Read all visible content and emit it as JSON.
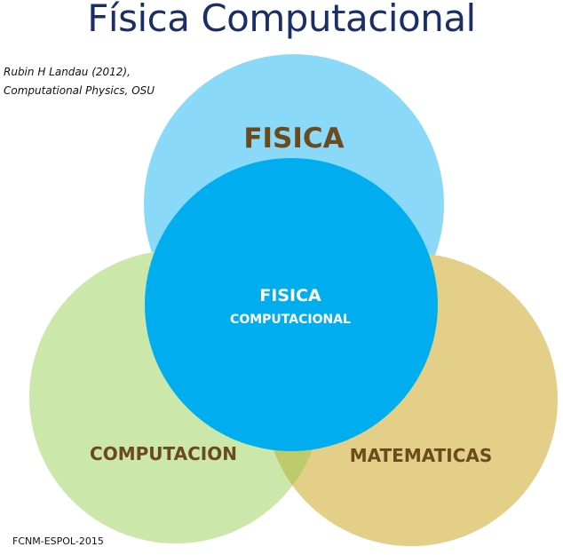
{
  "title": "Física Computacional",
  "citation": {
    "line1": "Rubin H Landau (2012),",
    "line2": "Computational Physics, OSU"
  },
  "diagram": {
    "fisica": {
      "label": "FISICA",
      "color": "#8ad9f8"
    },
    "computacion": {
      "label": "COMPUTACION",
      "color": "#cce7aa"
    },
    "matematicas": {
      "label": "MATEMATICAS",
      "color": "#e3cf88"
    },
    "overlap_computacion_matematicas": {
      "color": "#bfca6c"
    },
    "center": {
      "label_line1": "FISICA",
      "label_line2": "COMPUTACIONAL",
      "color": "#00aeef"
    },
    "label_color": "#6b4a1e",
    "center_label_color": "#ffffff"
  },
  "footer": "FCNM-ESPOL-2015"
}
